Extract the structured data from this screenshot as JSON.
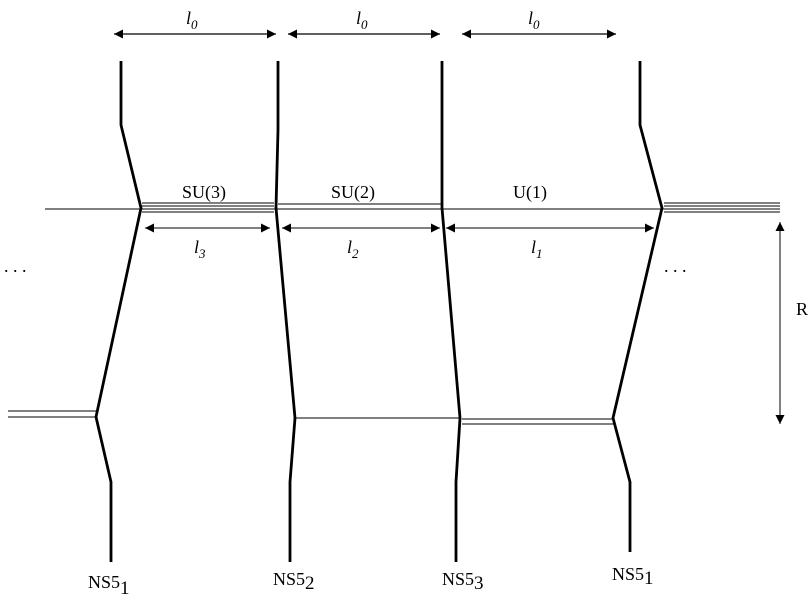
{
  "top_spacing": [
    {
      "label": "l",
      "sub": "0"
    },
    {
      "label": "l",
      "sub": "0"
    },
    {
      "label": "l",
      "sub": "0"
    }
  ],
  "gauge_groups": [
    "SU(3)",
    "SU(2)",
    "U(1)"
  ],
  "intervals": [
    {
      "label": "l",
      "sub": "3"
    },
    {
      "label": "l",
      "sub": "2"
    },
    {
      "label": "l",
      "sub": "1"
    }
  ],
  "separation_label": "R",
  "ellipsis": ". . .",
  "branes": [
    {
      "base": "NS5",
      "sub": "1"
    },
    {
      "base": "NS5",
      "sub": "2"
    },
    {
      "base": "NS5",
      "sub": "3"
    },
    {
      "base": "NS5",
      "sub": "1"
    }
  ]
}
